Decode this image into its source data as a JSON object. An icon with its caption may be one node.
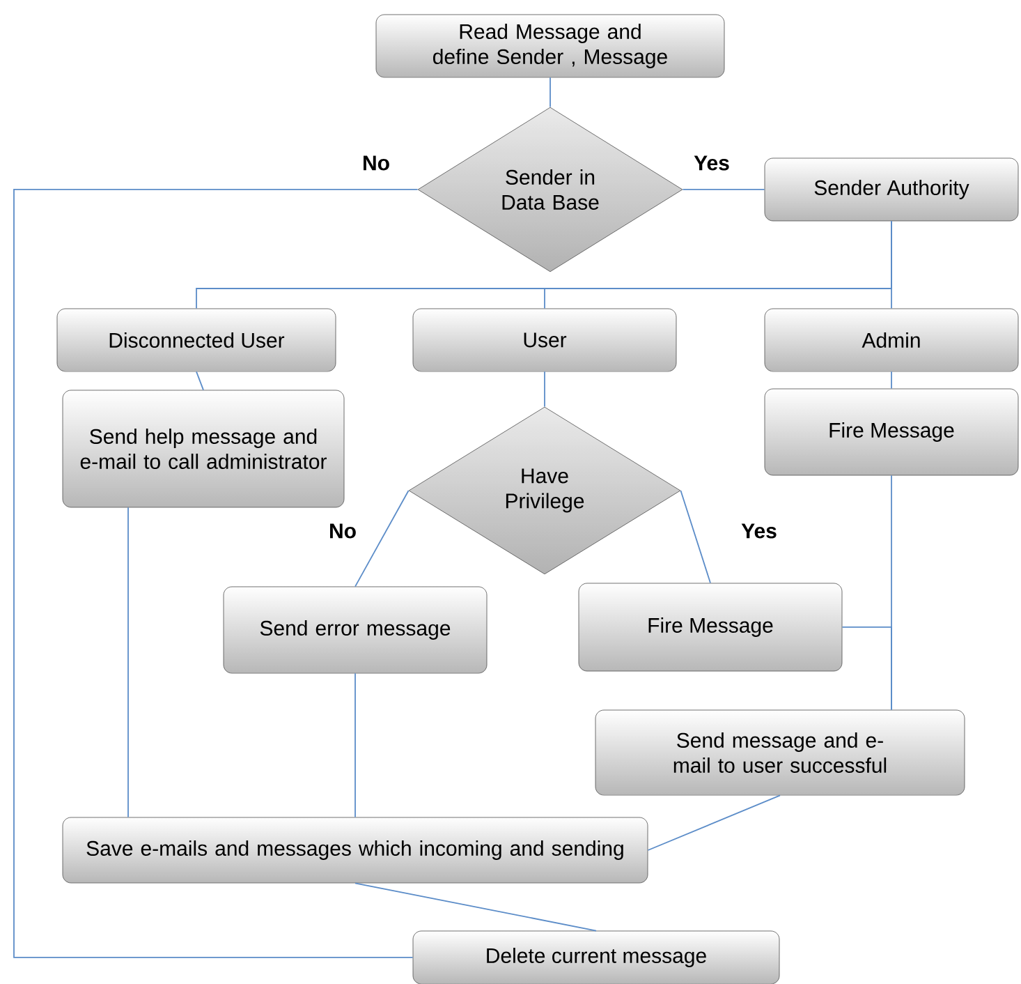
{
  "diagram": {
    "nodes": [
      {
        "text": [
          "Read Message and define Sender , Message"
        ]
      },
      {
        "text": [
          "Sender in Data Base"
        ]
      },
      {
        "text": [
          "Sender Authority"
        ]
      },
      {
        "text": [
          "Disconnected User"
        ]
      },
      {
        "text": [
          "User"
        ]
      },
      {
        "text": [
          "Admin"
        ]
      },
      {
        "text": [
          "Send help message and e-mail to call administrator"
        ]
      },
      {
        "text": [
          "Fire Message"
        ]
      },
      {
        "text": [
          "Have Privilege"
        ]
      },
      {
        "text": [
          "Send error message"
        ]
      },
      {
        "text": [
          "Fire Message"
        ]
      },
      {
        "text": [
          "Send message and e-mail to user successful"
        ]
      },
      {
        "text": [
          "Save e-mails and messages which incoming and sending"
        ]
      },
      {
        "text": [
          "Delete current message"
        ]
      }
    ],
    "edges": [
      {
        "from": 0,
        "to": 1,
        "arrow": "none"
      },
      {
        "from": 1,
        "to": 2,
        "arrow": "none",
        "label": "Yes"
      },
      {
        "from": 1,
        "to": 13,
        "arrow": "none",
        "label": "No"
      },
      {
        "from": 2,
        "to": 3,
        "arrow": "none"
      },
      {
        "from": 2,
        "to": 4,
        "arrow": "none"
      },
      {
        "from": 2,
        "to": 5,
        "arrow": "none"
      },
      {
        "from": 3,
        "to": 6,
        "arrow": "none"
      },
      {
        "from": 5,
        "to": 7,
        "arrow": "none"
      },
      {
        "from": 4,
        "to": 8,
        "arrow": "none"
      },
      {
        "from": 8,
        "to": 9,
        "arrow": "none",
        "label": "No"
      },
      {
        "from": 8,
        "to": 10,
        "arrow": "none",
        "label": "Yes"
      },
      {
        "from": 7,
        "to": 11,
        "arrow": "none"
      },
      {
        "from": 10,
        "to": 11,
        "arrow": "none"
      },
      {
        "from": 6,
        "to": 12,
        "arrow": "none"
      },
      {
        "from": 9,
        "to": 12,
        "arrow": "none"
      },
      {
        "from": 11,
        "to": 12,
        "arrow": "none"
      },
      {
        "from": 12,
        "to": 13,
        "arrow": "none"
      }
    ]
  }
}
